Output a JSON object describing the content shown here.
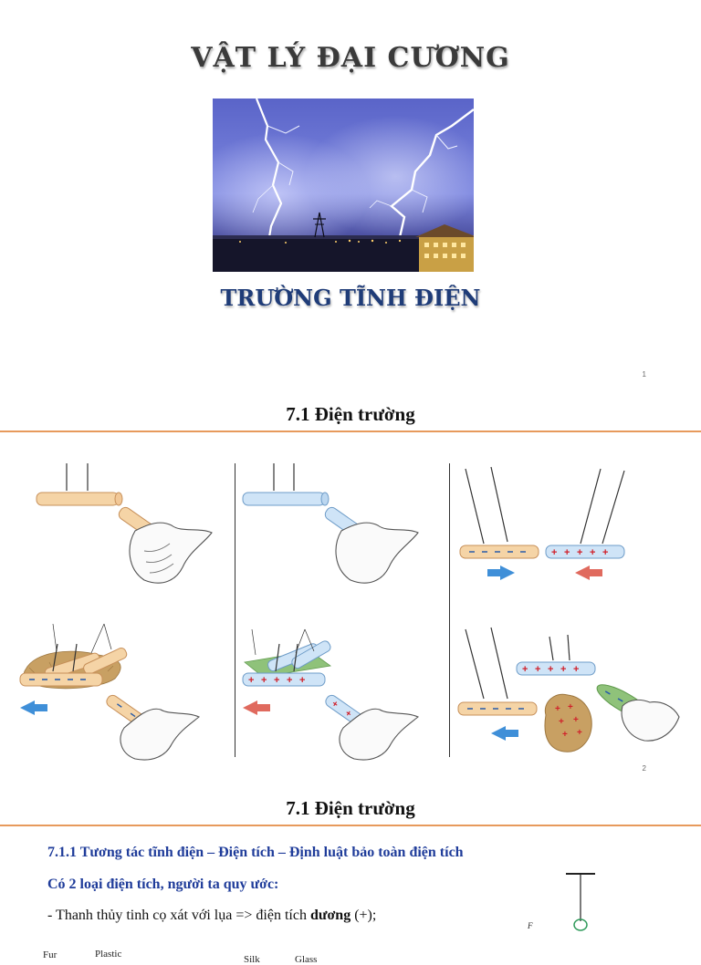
{
  "slide1": {
    "title": "VẬT LÝ ĐẠI CƯƠNG",
    "subtitle": "TRƯỜNG TĨNH ĐIỆN",
    "page_number": "1"
  },
  "slide2": {
    "section_title": "7.1 Điện trường",
    "page_number": "2",
    "labels": {
      "fur": "Fur",
      "plastic": "Plastic",
      "silk": "Silk",
      "glass": "Glass"
    },
    "colors": {
      "plastic_rod": "#f5d4a6",
      "glass_rod": "#cfe4f7",
      "positive_charge": "#d0202a",
      "negative_charge": "#2a5da8",
      "arrow_blue": "#3f8fd8",
      "arrow_red": "#e06a5e"
    }
  },
  "slide3": {
    "section_title": "7.1 Điện trường",
    "heading": "7.1.1 Tương tác tĩnh điện – Điện tích – Định luật bảo toàn điện tích",
    "intro": "Có 2 loại điện tích, người ta quy ước:",
    "line1_prefix": "- Thanh thủy tinh cọ xát với lụa => điện tích ",
    "line1_bold": "dương",
    "line1_suffix": " (+);",
    "force_symbol": "F"
  }
}
